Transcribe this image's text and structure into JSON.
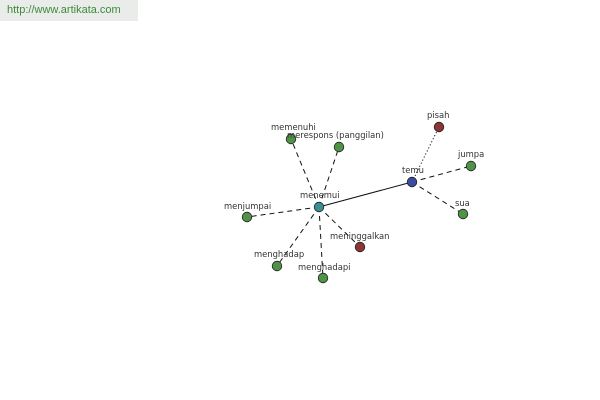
{
  "banner": {
    "url": "http://www.artikata.com"
  },
  "colors": {
    "main": "#3a8f8f",
    "hub": "#3b4ba0",
    "synonym": "#4f9446",
    "antonym": "#8b3535",
    "banner_bg": "#e9ece9",
    "banner_text": "#3d8a3d"
  },
  "graph": {
    "nodes": [
      {
        "id": "menemui",
        "label": "menemui",
        "kind": "main"
      },
      {
        "id": "temu",
        "label": "temu",
        "kind": "hub"
      },
      {
        "id": "memenuhi",
        "label": "memenuhi",
        "kind": "synonym"
      },
      {
        "id": "merespons",
        "label": "merespons (panggilan)",
        "kind": "synonym"
      },
      {
        "id": "menjumpai",
        "label": "menjumpai",
        "kind": "synonym"
      },
      {
        "id": "menghadap",
        "label": "menghadap",
        "kind": "synonym"
      },
      {
        "id": "menghadapi",
        "label": "menghadapi",
        "kind": "synonym"
      },
      {
        "id": "meninggalkan",
        "label": "meninggalkan",
        "kind": "antonym"
      },
      {
        "id": "pisah",
        "label": "pisah",
        "kind": "antonym"
      },
      {
        "id": "jumpa",
        "label": "jumpa",
        "kind": "synonym"
      },
      {
        "id": "sua",
        "label": "sua",
        "kind": "synonym"
      }
    ],
    "edges": [
      {
        "from": "menemui",
        "to": "temu",
        "style": "solid"
      },
      {
        "from": "menemui",
        "to": "memenuhi",
        "style": "dashed"
      },
      {
        "from": "menemui",
        "to": "merespons",
        "style": "dashed"
      },
      {
        "from": "menemui",
        "to": "menjumpai",
        "style": "dashed"
      },
      {
        "from": "menemui",
        "to": "menghadap",
        "style": "dashed"
      },
      {
        "from": "menemui",
        "to": "menghadapi",
        "style": "dashed"
      },
      {
        "from": "menemui",
        "to": "meninggalkan",
        "style": "dashed"
      },
      {
        "from": "temu",
        "to": "pisah",
        "style": "dotted"
      },
      {
        "from": "temu",
        "to": "jumpa",
        "style": "dashed"
      },
      {
        "from": "temu",
        "to": "sua",
        "style": "dashed"
      }
    ]
  }
}
